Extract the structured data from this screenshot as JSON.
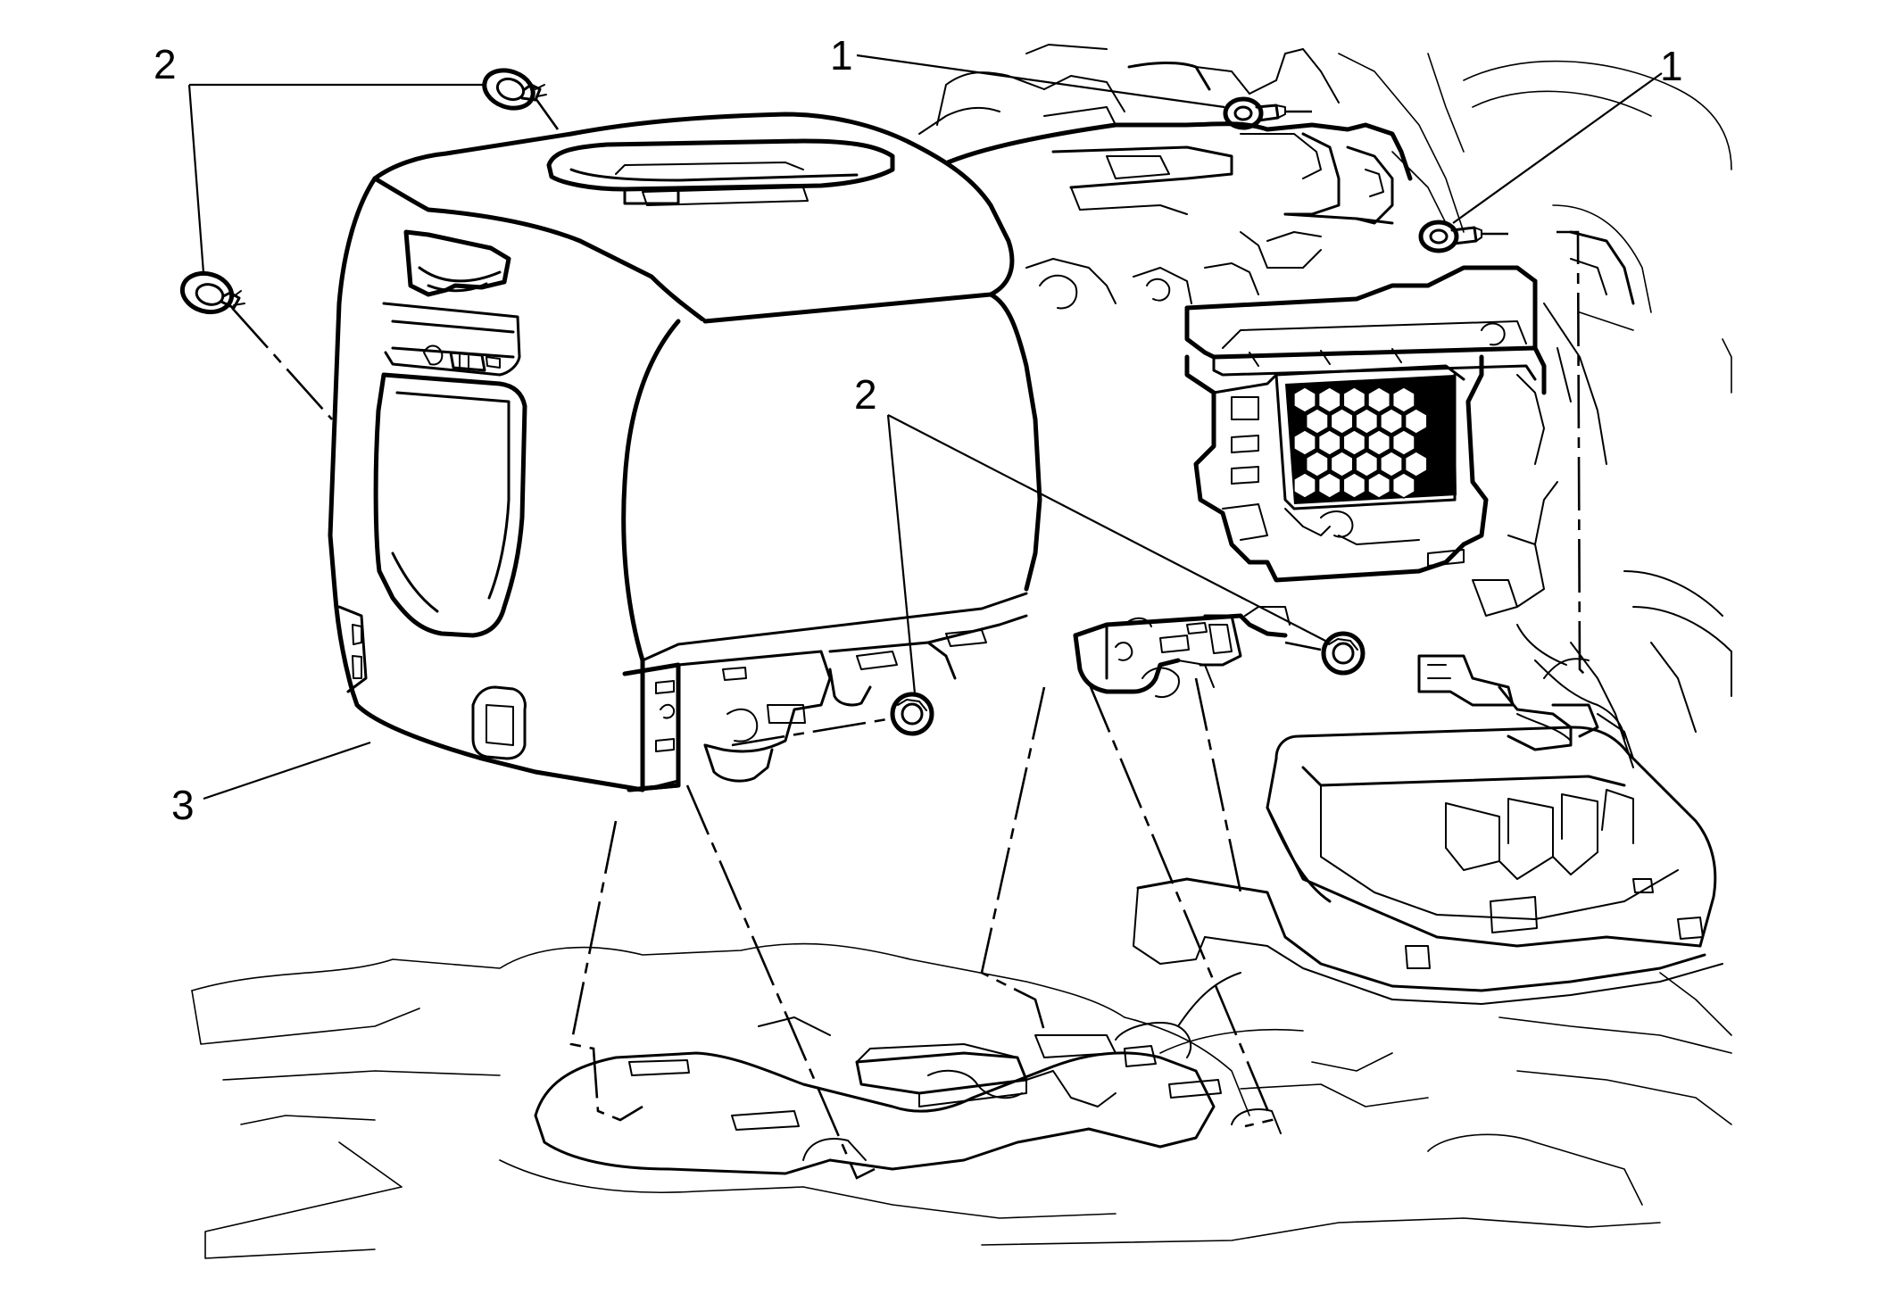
{
  "callouts": {
    "top_left": "2",
    "top_center": "1",
    "top_right": "1",
    "middle": "2",
    "lower_left": "3"
  },
  "colors": {
    "line": "#000000",
    "background": "#ffffff"
  }
}
